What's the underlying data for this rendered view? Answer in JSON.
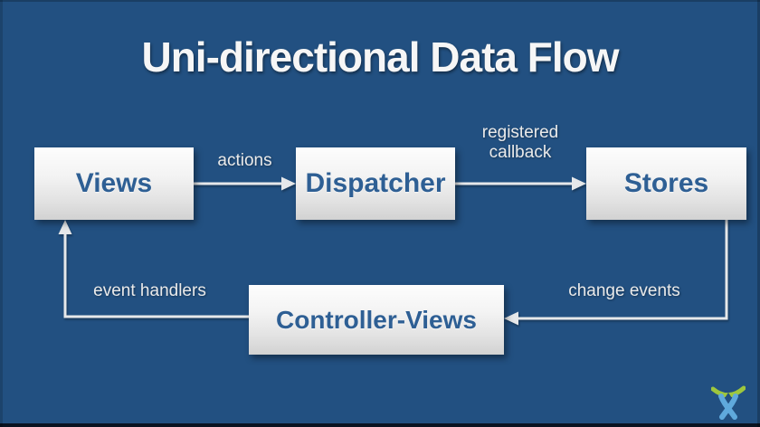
{
  "slide": {
    "title": "Uni-directional Data Flow",
    "background_color": "#225081",
    "node_text_color": "#2e5f94",
    "arrow_color": "#e6e8ea",
    "nodes": [
      {
        "id": "views",
        "label": "Views"
      },
      {
        "id": "dispatcher",
        "label": "Dispatcher"
      },
      {
        "id": "stores",
        "label": "Stores"
      },
      {
        "id": "controller-views",
        "label": "Controller-Views"
      }
    ],
    "edges": [
      {
        "from": "views",
        "to": "dispatcher",
        "label": "actions"
      },
      {
        "from": "dispatcher",
        "to": "stores",
        "label": "registered callback"
      },
      {
        "from": "stores",
        "to": "controller-views",
        "label": "change events"
      },
      {
        "from": "controller-views",
        "to": "views",
        "label": "event handlers"
      }
    ],
    "logo": {
      "name": "atlassian-logo",
      "arc_color": "#9ec73d",
      "figure_color": "#5fa9dc"
    }
  }
}
